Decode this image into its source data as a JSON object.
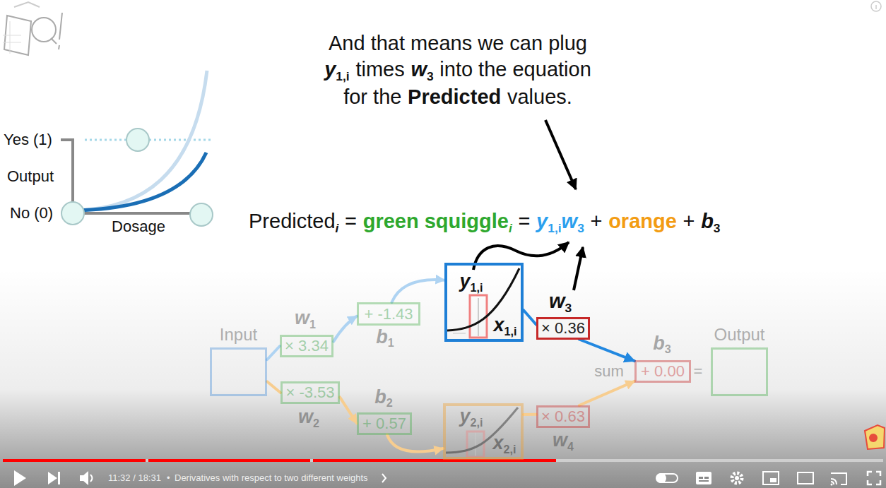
{
  "diagram": {
    "nodes": [
      {
        "text": [
          "Input"
        ]
      },
      {
        "text": [
          "w",
          "1",
          "× 3.34"
        ]
      },
      {
        "text": [
          "+ -1.43",
          "b",
          "1"
        ]
      },
      {
        "text": [
          "y",
          "1,i",
          "x",
          "1,i"
        ]
      },
      {
        "text": [
          "w",
          "3",
          "× 0.36"
        ]
      },
      {
        "text": [
          "× -3.53",
          "w",
          "2"
        ]
      },
      {
        "text": [
          "b",
          "2",
          "+ 0.57"
        ]
      },
      {
        "text": [
          "y",
          "2,i",
          "x",
          "2,i"
        ]
      },
      {
        "text": [
          "× 0.63",
          "w",
          "4"
        ]
      },
      {
        "text": [
          "b",
          "3",
          "+ 0.00"
        ]
      },
      {
        "text": [
          "Output"
        ]
      }
    ],
    "edges": [
      {
        "from": 0,
        "to": 1,
        "arrow": "none"
      },
      {
        "from": 1,
        "to": 2,
        "arrow": "to"
      },
      {
        "from": 2,
        "to": 3,
        "arrow": "to"
      },
      {
        "from": 3,
        "to": 4,
        "arrow": "none"
      },
      {
        "from": 4,
        "to": 9,
        "arrow": "to"
      },
      {
        "from": 0,
        "to": 5,
        "arrow": "none"
      },
      {
        "from": 5,
        "to": 6,
        "arrow": "to"
      },
      {
        "from": 6,
        "to": 7,
        "arrow": "to"
      },
      {
        "from": 7,
        "to": 8,
        "arrow": "none"
      },
      {
        "from": 8,
        "to": 9,
        "arrow": "to"
      }
    ],
    "labels": [
      "And that means we can plug",
      "y",
      "1,i",
      "times",
      "w",
      "3",
      "into the equation",
      "for the",
      "Predicted",
      "values.",
      "Predicted",
      "i",
      "=",
      "green squiggle",
      "i",
      "=",
      "y",
      "1,i",
      "w",
      "3",
      "+",
      "orange",
      "+",
      "b",
      "3",
      "Yes (1)",
      "Output",
      "No (0)",
      "Dosage",
      "sum",
      "=",
      "11:32 / 18:31",
      "•",
      "Derivatives with respect to two different weights"
    ]
  }
}
